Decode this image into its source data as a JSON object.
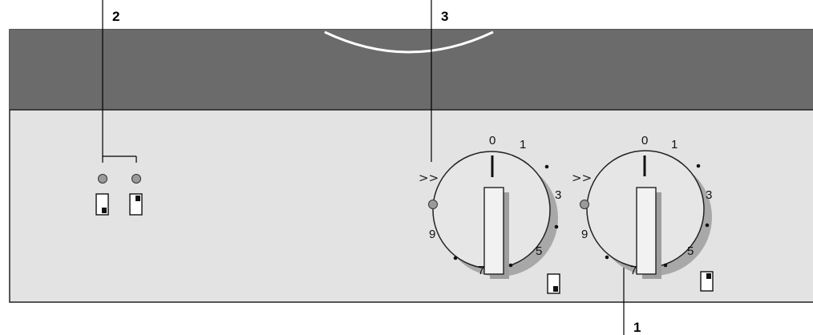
{
  "callouts": {
    "one": "1",
    "two": "2",
    "three": "3"
  },
  "knob_left": {
    "s0": "0",
    "s1": "1",
    "s3": "3",
    "s5": "5",
    "s7": "7",
    "s9": "9",
    "boost": ">>"
  },
  "knob_right": {
    "s0": "0",
    "s1": "1",
    "s3": "3",
    "s5": "5",
    "s7": "7",
    "s9": "9",
    "boost": ">>"
  },
  "colors": {
    "top_strip": "#6b6b6b",
    "control_panel": "#e3e3e3",
    "knob_face": "#e6e6e6",
    "knob_shadow": "#a8a8a8",
    "indicator_light": "#9a9a9a"
  },
  "icons": {
    "left_light_zone": "zone-front-icon",
    "right_light_zone": "zone-rear-icon",
    "knob_left_zone": "zone-front-icon",
    "knob_right_zone": "zone-rear-icon"
  }
}
